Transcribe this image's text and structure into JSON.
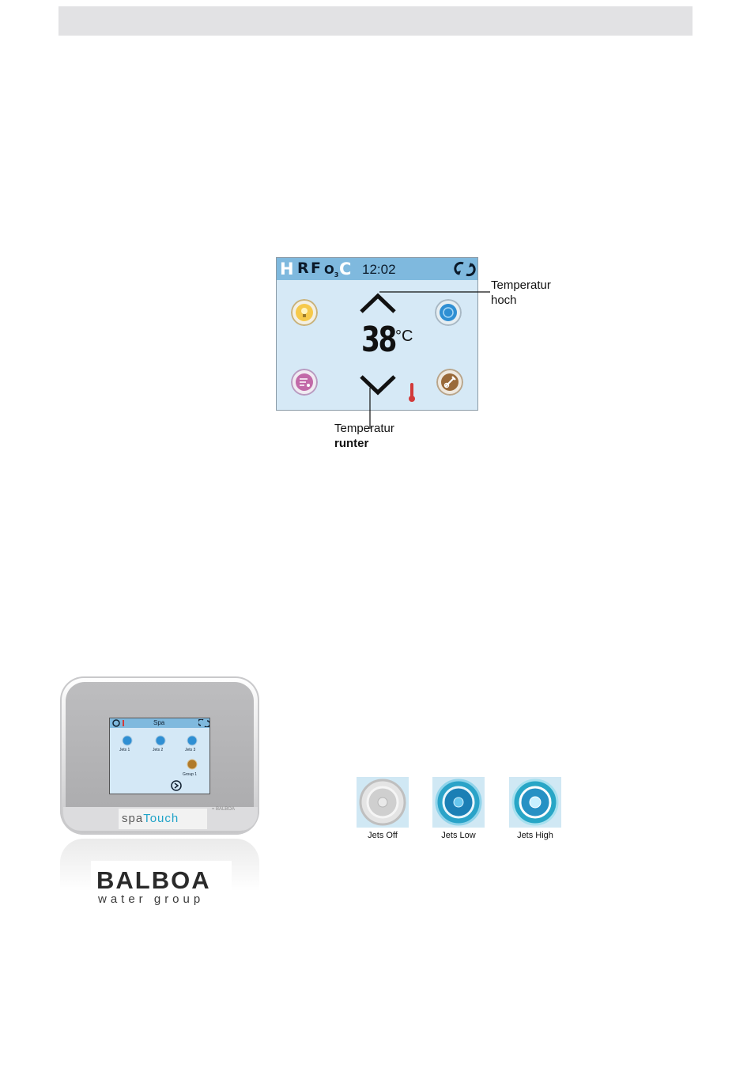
{
  "screen": {
    "status": {
      "h": "H",
      "r": "R",
      "f": "F",
      "o": "O",
      "o_sub": "3",
      "c": "C",
      "time": "12:02"
    },
    "temperature": {
      "value": "38",
      "unit": "°C"
    }
  },
  "callouts": {
    "up": {
      "line1": "Temperatur",
      "line2": "hoch"
    },
    "down": {
      "line1": "Temperatur",
      "line2": "runter"
    }
  },
  "device": {
    "screen_title": "Spa",
    "jets": [
      "Jets 1",
      "Jets 2",
      "Jets 3"
    ],
    "group": "Group 1",
    "brand_prefix": "spa",
    "brand_touch": "Touch",
    "maker_small": "≈ BALBOA",
    "logo": "BALBOA",
    "logo_sub": "water group"
  },
  "jet_states": [
    {
      "label": "Jets Off"
    },
    {
      "label": "Jets Low"
    },
    {
      "label": "Jets High"
    }
  ],
  "colors": {
    "screen_bg": "#d6e9f6",
    "status_bar": "#7fb9de",
    "header_bar": "#e2e2e4",
    "accent_blue": "#1fa3c8"
  }
}
